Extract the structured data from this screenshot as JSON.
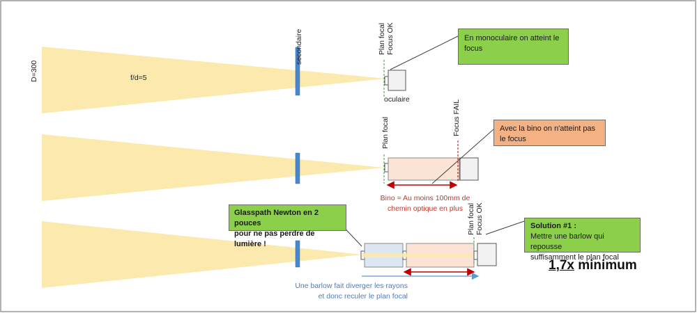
{
  "labels": {
    "diameter": "D=300",
    "ratio": "f/d=5",
    "secondary": "secondaire",
    "focal_plane": "Plan focal",
    "focus_ok": "Focus OK",
    "focus_fail": "Focus FAIL",
    "eyepiece": "oculaire"
  },
  "notes": {
    "mono": "En monoculaire on atteint le focus",
    "bino": "Avec la bino on n'atteint pas le focus",
    "glasspath_line1": "Glasspath  Newton en 2 pouces",
    "glasspath_line2": "pour ne pas perdre de lumière !",
    "solution_title": "Solution #1 :",
    "solution_line1": "Mettre  une barlow qui repousse",
    "solution_line2": "suffisamment le plan focal"
  },
  "bino_path_line1": "Bino = Au moins 100mm de",
  "bino_path_line2": "chemin optique en plus",
  "barlow_line1": "Une barlow fait diverger les rayons",
  "barlow_line2": "et donc reculer le plan focal",
  "minimum_value": "1,7x",
  "minimum_word": " minimum",
  "colors": {
    "light_cone": "#fce9ad",
    "secondary_mirror": "#4a86c8",
    "green_note": "#8ccf4a",
    "orange_note": "#f4b184",
    "bino_body": "#fbe3d6",
    "glasspath_body": "#dde7f3",
    "red_arrow": "#c00000",
    "blue_arrow": "#5b9bd5"
  }
}
